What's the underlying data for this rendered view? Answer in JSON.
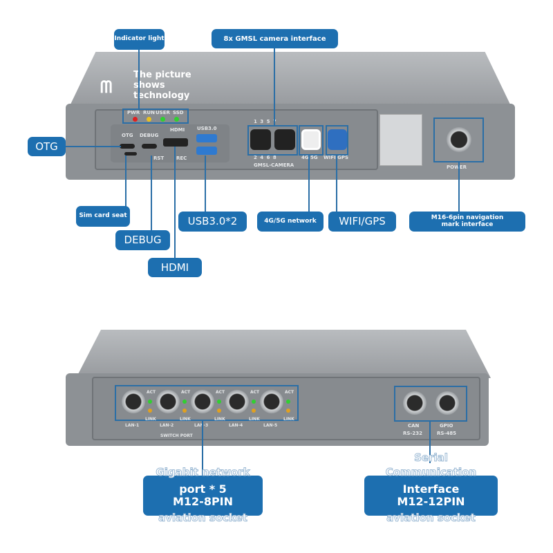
{
  "watermark": "The picture shows technology",
  "top": {
    "leds": [
      {
        "label": "PWR",
        "color": "#e02020"
      },
      {
        "label": "RUN",
        "color": "#e8c020"
      },
      {
        "label": "USER",
        "color": "#30d030"
      },
      {
        "label": "SSD",
        "color": "#30d030"
      }
    ],
    "port_labels": {
      "otg": "OTG",
      "debug": "DEBUG",
      "hdmi": "HDMI",
      "usb": "USB3.0",
      "rst": "RST",
      "rec": "REC",
      "gmsl": "GMSL-CAMERA",
      "cam_top": "1  3  5  7",
      "cam_bottom": "2  4  6  8",
      "lte": "4G 5G",
      "wifi": "WIFI GPS",
      "power": "POWER"
    },
    "callouts": {
      "indicator": "Indicator light",
      "gmsl": "8x GMSL camera interface",
      "otg": "OTG",
      "sim": "Sim card seat",
      "debug": "DEBUG",
      "hdmi": "HDMI",
      "usb": "USB3.0*2",
      "lte": "4G/5G network",
      "wifi": "WIFI/GPS",
      "m16": "M16-6pin navigation mark interface"
    }
  },
  "bottom": {
    "lan": [
      "LAN-1",
      "LAN-2",
      "LAN-3",
      "LAN-4",
      "LAN-5"
    ],
    "act": "ACT",
    "link": "LINK",
    "switch": "SWITCH PORT",
    "serial_ports": [
      {
        "l1": "CAN",
        "l2": "RS-232"
      },
      {
        "l1": "GPIO",
        "l2": "RS-485"
      }
    ],
    "callouts": {
      "gigabit": {
        "l1": "Gigabit network",
        "l2": "port * 5",
        "l3": "M12-8PIN",
        "l4": "aviation socket"
      },
      "serial": {
        "l1": "Serial",
        "l2": "Communication",
        "l3": "Interface",
        "l4": "M12-12PIN",
        "l5": "aviation socket"
      }
    }
  },
  "colors": {
    "callout": "#1d6fb0",
    "body": "#8d9195"
  }
}
